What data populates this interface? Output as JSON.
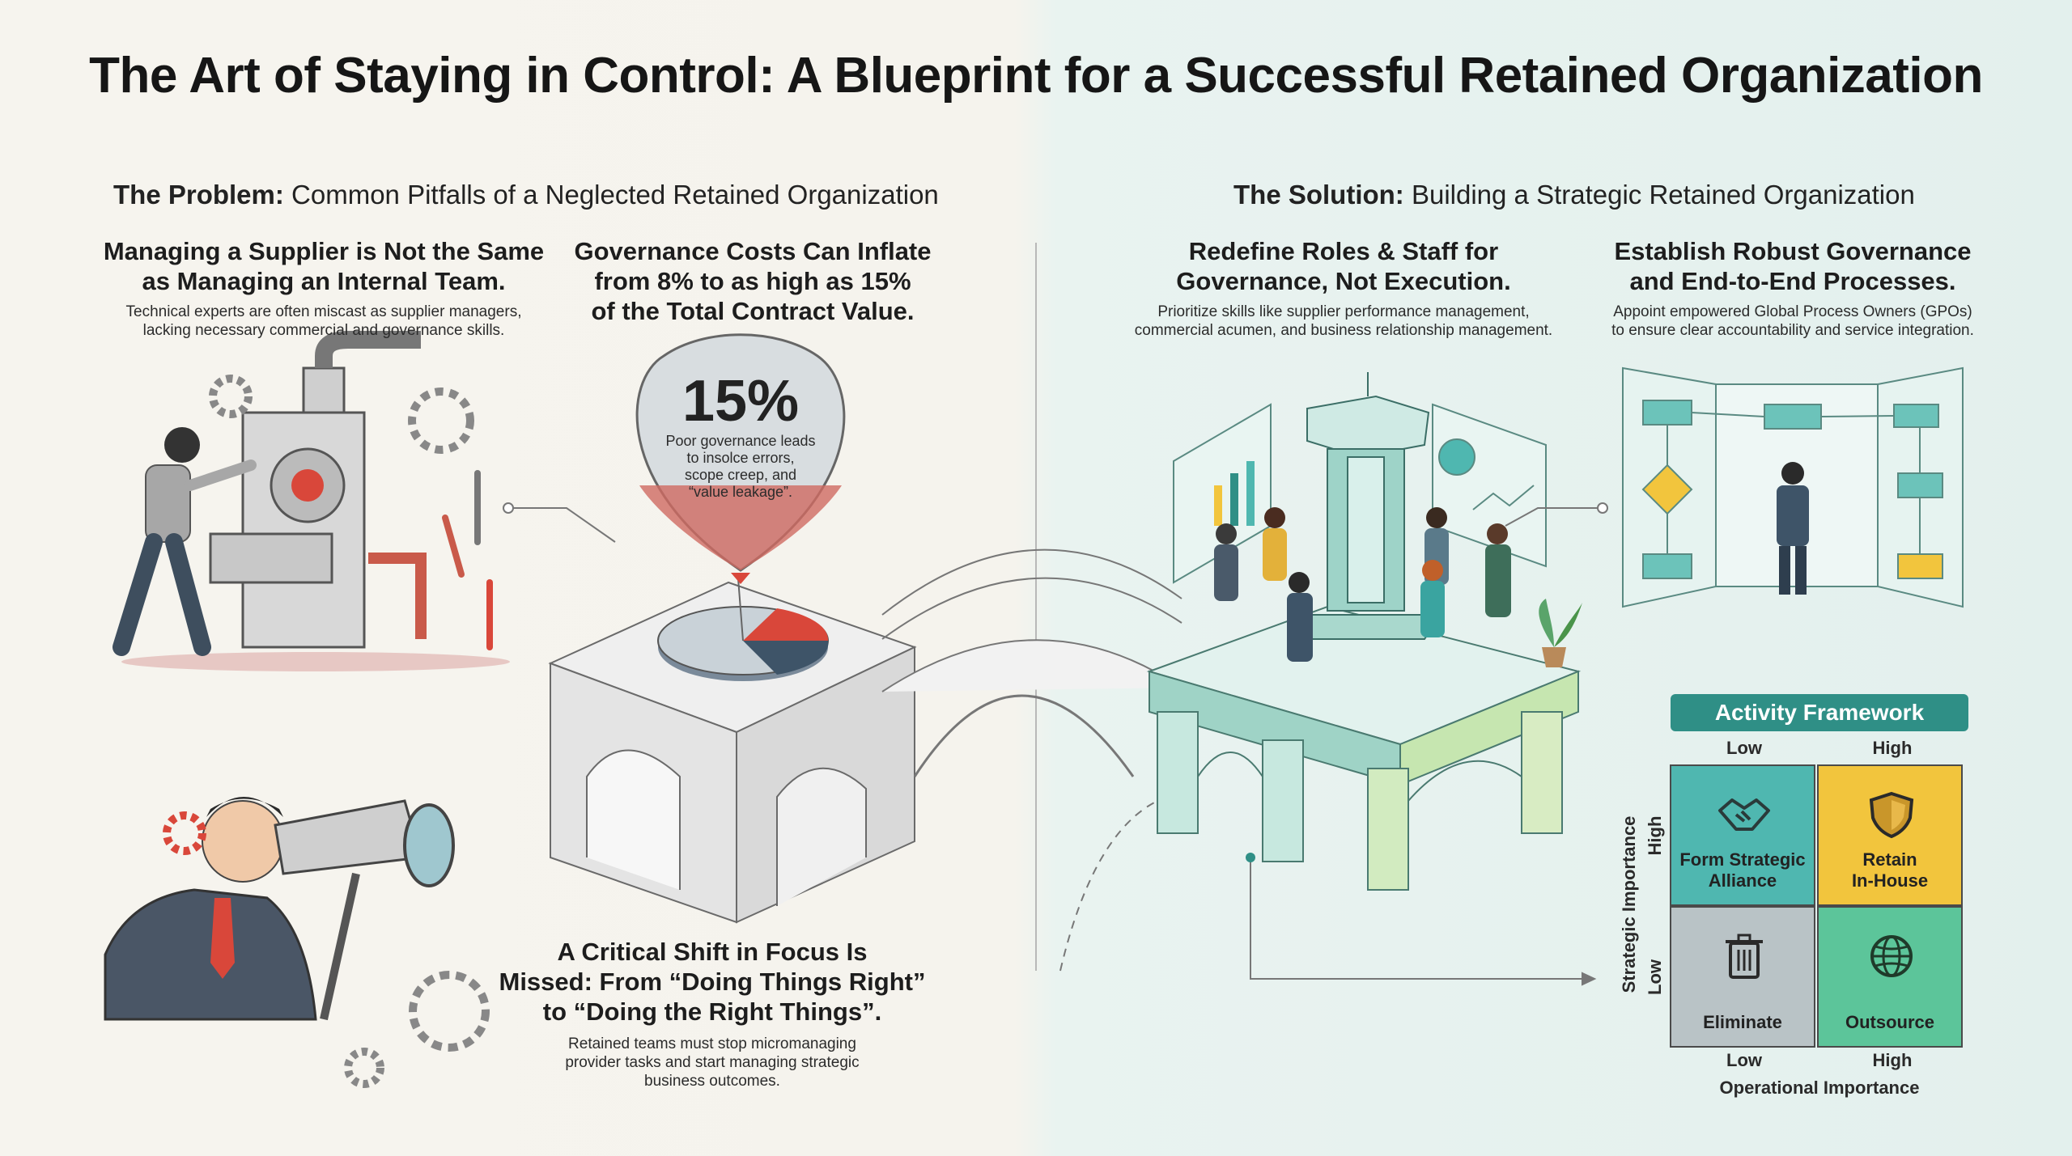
{
  "title": "The Art of Staying in Control: A Blueprint for a Successful Retained Organization",
  "problem": {
    "label": "The Problem:",
    "text": "Common Pitfalls of a Neglected Retained Organization",
    "block1": {
      "heading": [
        "Managing a Supplier is Not the Same",
        "as Managing an Internal Team."
      ],
      "body": [
        "Technical experts are often miscast as supplier managers,",
        "lacking necessary commercial and governance skills."
      ]
    },
    "block2": {
      "heading": [
        "Governance Costs Can Inflate",
        "from 8% to as high as 15%",
        "of the Total Contract Value."
      ],
      "balloon_value": "15%",
      "balloon_text": [
        "Poor governance leads",
        "to insolce errors,",
        "scope creep, and",
        "“value leakage”."
      ]
    },
    "block3": {
      "heading": [
        "A Critical Shift in Focus Is",
        "Missed: From “Doing Things Right”",
        "to “Doing the Right Things”."
      ],
      "body": [
        "Retained teams must stop micromanaging",
        "provider tasks and start managing strategic",
        "business outcomes."
      ]
    }
  },
  "solution": {
    "label": "The Solution:",
    "text": "Building a Strategic Retained Organization",
    "block1": {
      "heading": [
        "Redefine Roles & Staff for",
        "Governance, Not Execution."
      ],
      "body": [
        "Prioritize skills like supplier performance management,",
        "commercial acumen, and business relationship management."
      ]
    },
    "block2": {
      "heading": [
        "Establish Robust Governance",
        "and End-to-End Processes."
      ],
      "body": [
        "Appoint empowered Global Process Owners (GPOs)",
        "to ensure clear accountability and service integration."
      ]
    }
  },
  "framework": {
    "title": "Activity Framework",
    "x_axis": {
      "label": "Operational Importance",
      "low": "Low",
      "high": "High"
    },
    "y_axis": {
      "label": "Strategic Importance",
      "low": "Low",
      "high": "High"
    },
    "cells": [
      {
        "label": [
          "Form Strategic",
          "Alliance"
        ],
        "icon": "handshake-icon",
        "color": "#4fb7b0"
      },
      {
        "label": [
          "Retain",
          "In-House"
        ],
        "icon": "shield-icon",
        "color": "#f2c53d"
      },
      {
        "label": [
          "Eliminate"
        ],
        "icon": "trash-icon",
        "color": "#b9c3c6"
      },
      {
        "label": [
          "Outsource"
        ],
        "icon": "globe-icon",
        "color": "#5cc59a"
      }
    ]
  },
  "colors": {
    "teal": "#2f8f86",
    "red": "#d9473a",
    "yellow": "#f2c53d",
    "slate": "#4a5a6a"
  }
}
